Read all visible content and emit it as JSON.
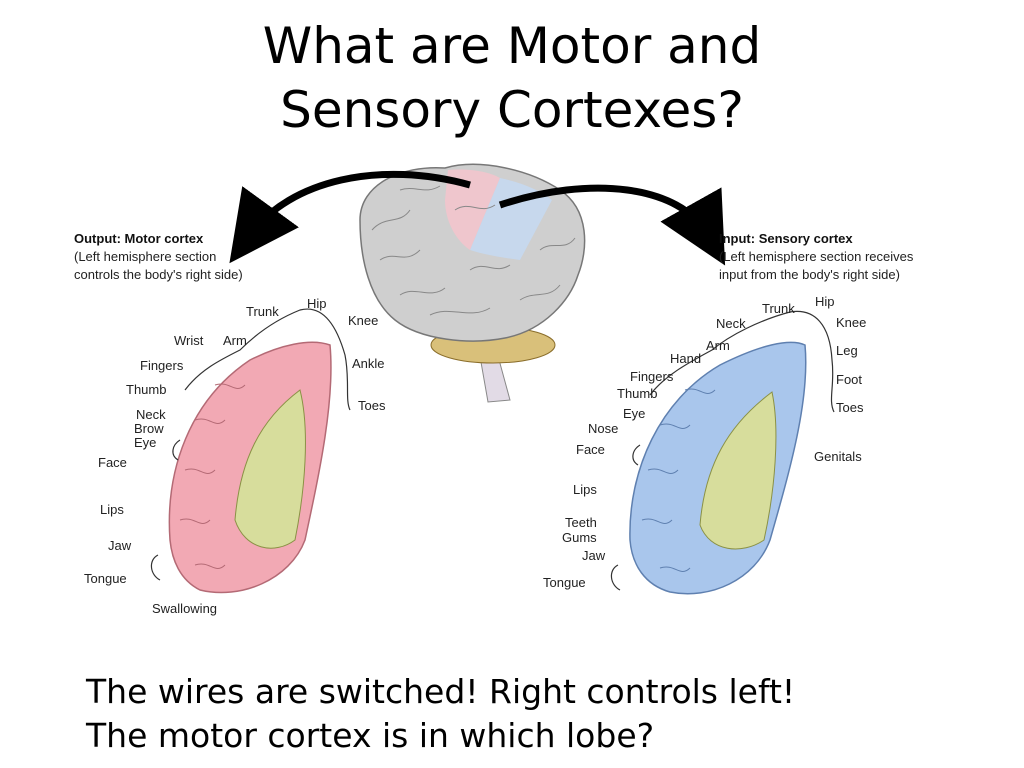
{
  "title": {
    "line1": "What are Motor and",
    "line2": "Sensory Cortexes?"
  },
  "motor": {
    "heading": "Output: Motor cortex",
    "description_lines": [
      "(Left hemisphere section",
      "controls the body's right side)"
    ],
    "labels": [
      "Trunk",
      "Hip",
      "Knee",
      "Ankle",
      "Toes",
      "Wrist",
      "Arm",
      "Fingers",
      "Thumb",
      "Neck",
      "Brow",
      "Eye",
      "Face",
      "Lips",
      "Jaw",
      "Tongue",
      "Swallowing"
    ],
    "color": "#f2a9b4"
  },
  "sensory": {
    "heading": "Input: Sensory cortex",
    "description_lines": [
      "(Left hemisphere section receives",
      "input from the body's right side)"
    ],
    "labels": [
      "Trunk",
      "Hip",
      "Neck",
      "Knee",
      "Arm",
      "Hand",
      "Leg",
      "Fingers",
      "Foot",
      "Thumb",
      "Eye",
      "Toes",
      "Nose",
      "Face",
      "Genitals",
      "Lips",
      "Teeth",
      "Gums",
      "Jaw",
      "Tongue"
    ],
    "color": "#a9c6ec"
  },
  "caption": {
    "line1": "The wires are switched!  Right controls left!",
    "line2": "The motor cortex is in which lobe?"
  },
  "colors": {
    "brain_gray": "#cfcfcf",
    "white_matter": "#d7dd9c",
    "stem": "#d9c07a"
  }
}
